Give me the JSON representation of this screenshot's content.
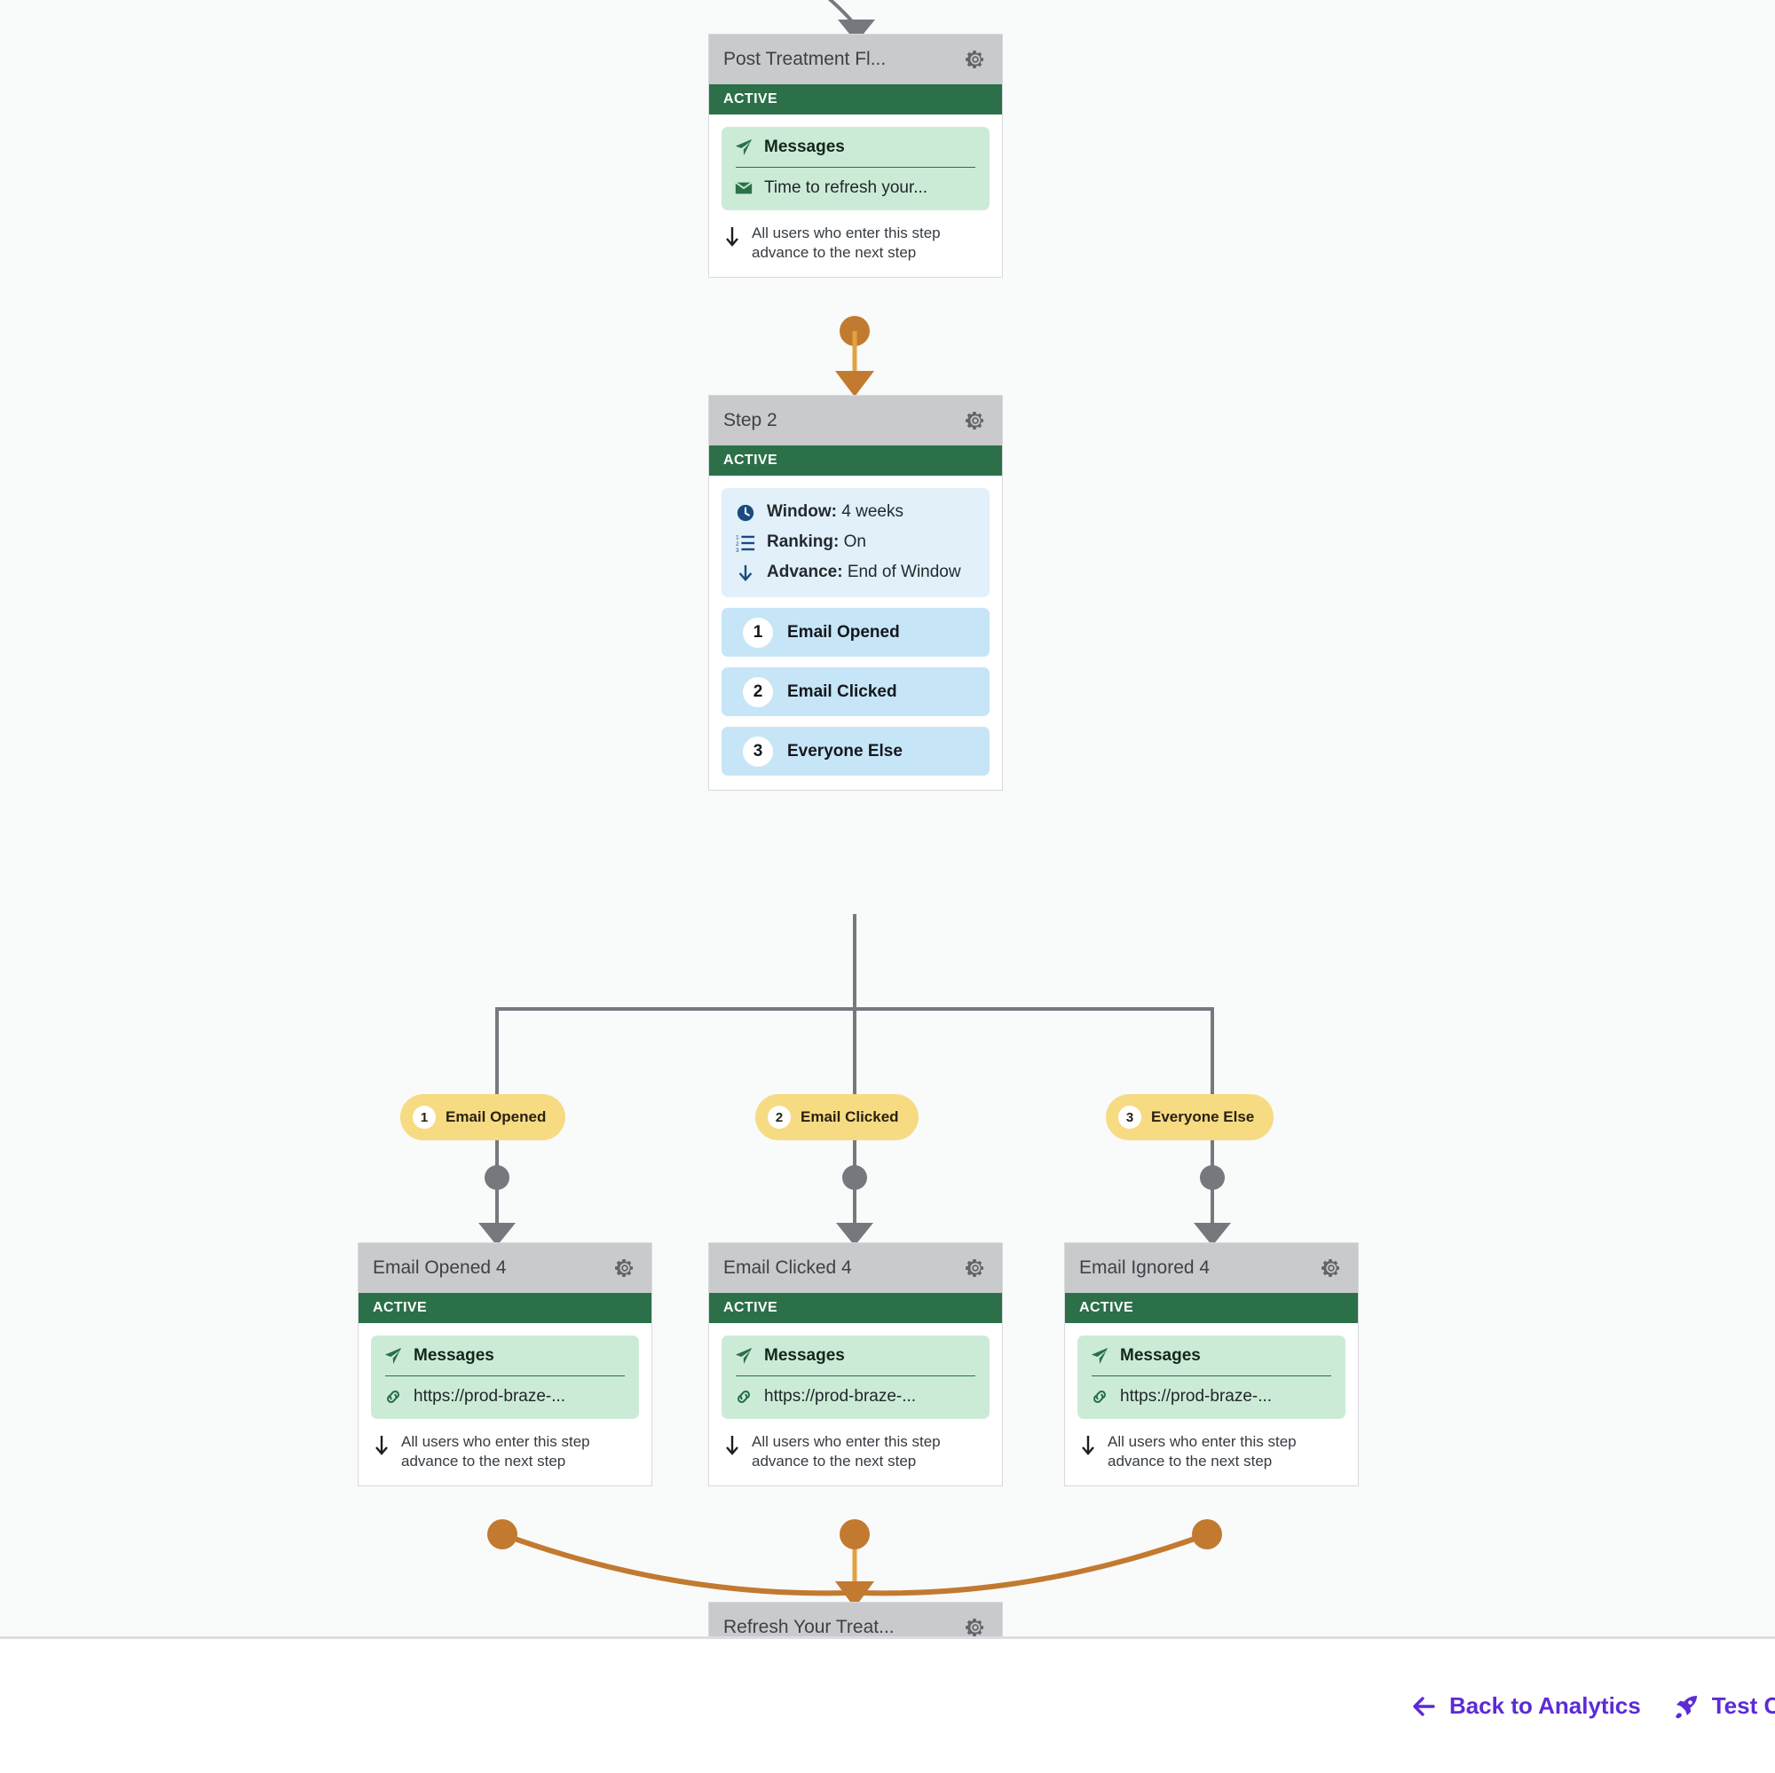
{
  "canvas": {
    "background_color": "#f9fafa",
    "nodes": [
      {
        "id": "post-treatment",
        "title": "Post Treatment Fl...",
        "status": "ACTIVE",
        "status_color": "#2b7048",
        "panel": {
          "heading": "Messages",
          "heading_icon": "paper-plane-icon",
          "items": [
            {
              "icon": "envelope-icon",
              "label": "Time to refresh your..."
            }
          ]
        },
        "advance_note": "All users who enter this step advance to the next step",
        "gear_icon": "gear-icon"
      },
      {
        "id": "step-2",
        "title": "Step 2",
        "status": "ACTIVE",
        "status_color": "#2b7048",
        "info": [
          {
            "icon": "clock-icon",
            "label": "Window:",
            "value": "4 weeks"
          },
          {
            "icon": "ordered-list-icon",
            "label": "Ranking:",
            "value": "On"
          },
          {
            "icon": "down-arrow-icon",
            "label": "Advance:",
            "value": "End of Window"
          }
        ],
        "ranked_options": [
          {
            "rank": "1",
            "label": "Email Opened"
          },
          {
            "rank": "2",
            "label": "Email Clicked"
          },
          {
            "rank": "3",
            "label": "Everyone Else"
          }
        ],
        "gear_icon": "gear-icon"
      },
      {
        "id": "email-opened-4",
        "title": "Email Opened 4",
        "status": "ACTIVE",
        "status_color": "#2b7048",
        "panel": {
          "heading": "Messages",
          "heading_icon": "paper-plane-icon",
          "items": [
            {
              "icon": "link-icon",
              "label": "https://prod-braze-..."
            }
          ]
        },
        "advance_note": "All users who enter this step advance to the next step",
        "gear_icon": "gear-icon"
      },
      {
        "id": "email-clicked-4",
        "title": "Email Clicked 4",
        "status": "ACTIVE",
        "status_color": "#2b7048",
        "panel": {
          "heading": "Messages",
          "heading_icon": "paper-plane-icon",
          "items": [
            {
              "icon": "link-icon",
              "label": "https://prod-braze-..."
            }
          ]
        },
        "advance_note": "All users who enter this step advance to the next step",
        "gear_icon": "gear-icon"
      },
      {
        "id": "email-ignored-4",
        "title": "Email Ignored 4",
        "status": "ACTIVE",
        "status_color": "#2b7048",
        "panel": {
          "heading": "Messages",
          "heading_icon": "paper-plane-icon",
          "items": [
            {
              "icon": "link-icon",
              "label": "https://prod-braze-..."
            }
          ]
        },
        "advance_note": "All users who enter this step advance to the next step",
        "gear_icon": "gear-icon"
      },
      {
        "id": "refresh-your-treatment",
        "title": "Refresh Your Treat...",
        "status": "",
        "gear_icon": "gear-icon"
      }
    ],
    "branch_pills": [
      {
        "rank": "1",
        "label": "Email Opened"
      },
      {
        "rank": "2",
        "label": "Email Clicked"
      },
      {
        "rank": "3",
        "label": "Everyone Else"
      }
    ],
    "connector_colors": {
      "gray": "#75797e",
      "orange": "#c27a30",
      "orange_light": "#e0a33f"
    }
  },
  "footer": {
    "actions": [
      {
        "icon": "arrow-left-icon",
        "label": "Back to Analytics"
      },
      {
        "icon": "rocket-icon",
        "label": "Test Canvas"
      }
    ],
    "accent_color": "#5c2bd6"
  }
}
